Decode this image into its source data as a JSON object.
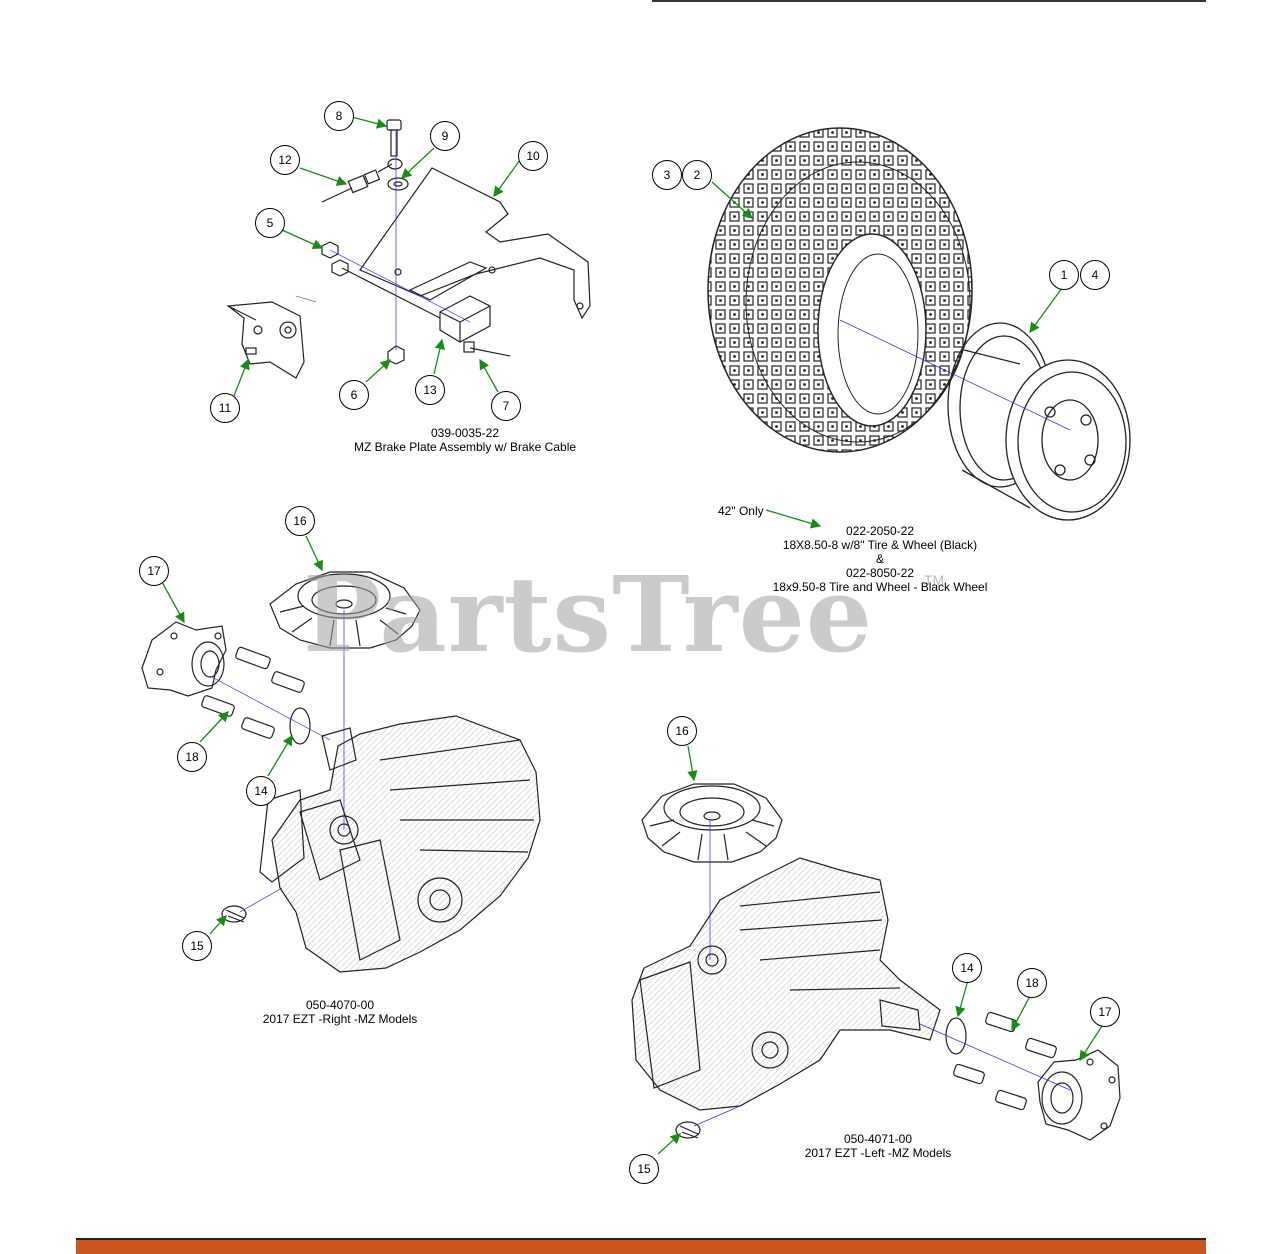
{
  "watermark": {
    "text": "PartsTree",
    "tm": "TM"
  },
  "captions": {
    "brake_plate": {
      "part_number": "039-0035-22",
      "description": "MZ Brake Plate Assembly w/ Brake Cable"
    },
    "tire_wheel": {
      "note": "42\" Only",
      "line1": "022-2050-22",
      "line2": "18X8.50-8 w/8\" Tire & Wheel (Black)",
      "line3": "&",
      "line4": "022-8050-22",
      "line5": "18x9.50-8 Tire and Wheel - Black Wheel"
    },
    "ezt_right": {
      "part_number": "050-4070-00",
      "description": "2017 EZT -Right -MZ Models"
    },
    "ezt_left": {
      "part_number": "050-4071-00",
      "description": "2017 EZT -Left -MZ Models"
    }
  },
  "callouts": {
    "c8": "8",
    "c9": "9",
    "c10": "10",
    "c12": "12",
    "c5": "5",
    "c11": "11",
    "c6": "6",
    "c13": "13",
    "c7": "7",
    "c3": "3",
    "c2": "2",
    "c1": "1",
    "c4": "4",
    "c16a": "16",
    "c17a": "17",
    "c18a": "18",
    "c14a": "14",
    "c15a": "15",
    "c16b": "16",
    "c14b": "14",
    "c18b": "18",
    "c17b": "17",
    "c15b": "15"
  },
  "colors": {
    "leader": "#1a8a1a",
    "centerline": "#2a2aff",
    "footer": "#c8581d",
    "watermark": "#a0a0a0"
  }
}
